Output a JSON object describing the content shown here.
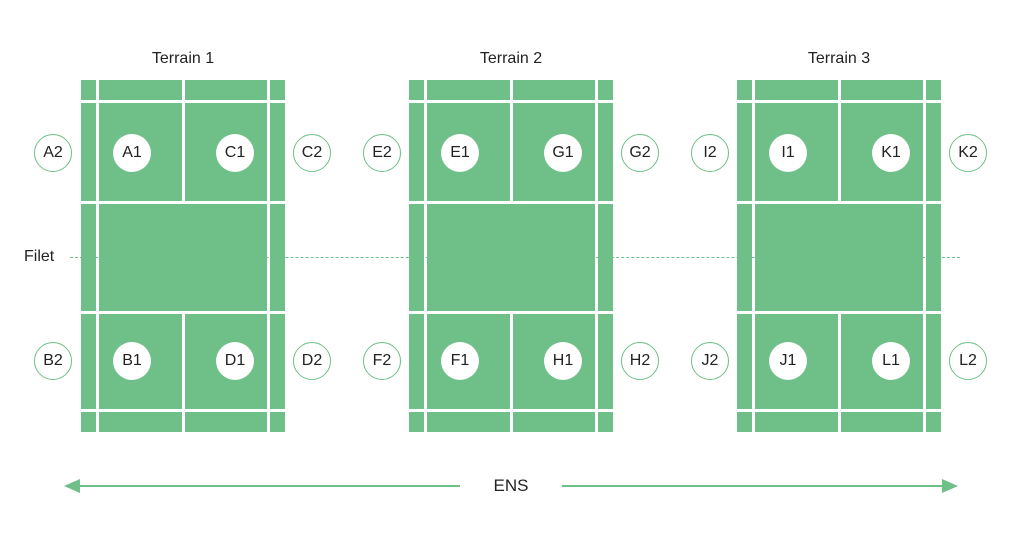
{
  "net_label": "Filet",
  "axis_label": "ENS",
  "colors": {
    "court": "#6fbf89",
    "lines": "#ffffff",
    "text": "#222222"
  },
  "courts": [
    {
      "title": "Terrain 1",
      "inner": {
        "top_left": "A1",
        "top_right": "C1",
        "bottom_left": "B1",
        "bottom_right": "D1"
      },
      "outer": {
        "top_left": "A2",
        "top_right": "C2",
        "bottom_left": "B2",
        "bottom_right": "D2"
      }
    },
    {
      "title": "Terrain 2",
      "inner": {
        "top_left": "E1",
        "top_right": "G1",
        "bottom_left": "F1",
        "bottom_right": "H1"
      },
      "outer": {
        "top_left": "E2",
        "top_right": "G2",
        "bottom_left": "F2",
        "bottom_right": "H2"
      }
    },
    {
      "title": "Terrain 3",
      "inner": {
        "top_left": "I1",
        "top_right": "K1",
        "bottom_left": "J1",
        "bottom_right": "L1"
      },
      "outer": {
        "top_left": "I2",
        "top_right": "K2",
        "bottom_left": "J2",
        "bottom_right": "L2"
      }
    }
  ]
}
